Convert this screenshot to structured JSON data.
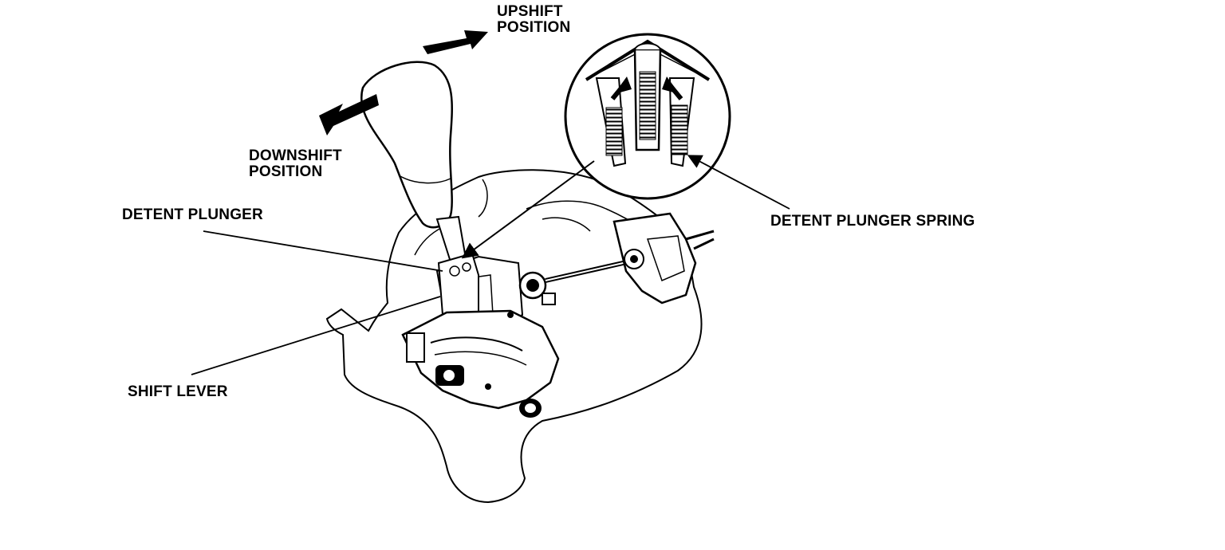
{
  "labels": {
    "upshift_line1": "UPSHIFT",
    "upshift_line2": "POSITION",
    "downshift_line1": "DOWNSHIFT",
    "downshift_line2": "POSITION",
    "detent_plunger": "DETENT PLUNGER",
    "detent_plunger_spring": "DETENT PLUNGER SPRING",
    "shift_lever": "SHIFT LEVER"
  },
  "colors": {
    "ink": "#000000",
    "paper": "#ffffff"
  }
}
